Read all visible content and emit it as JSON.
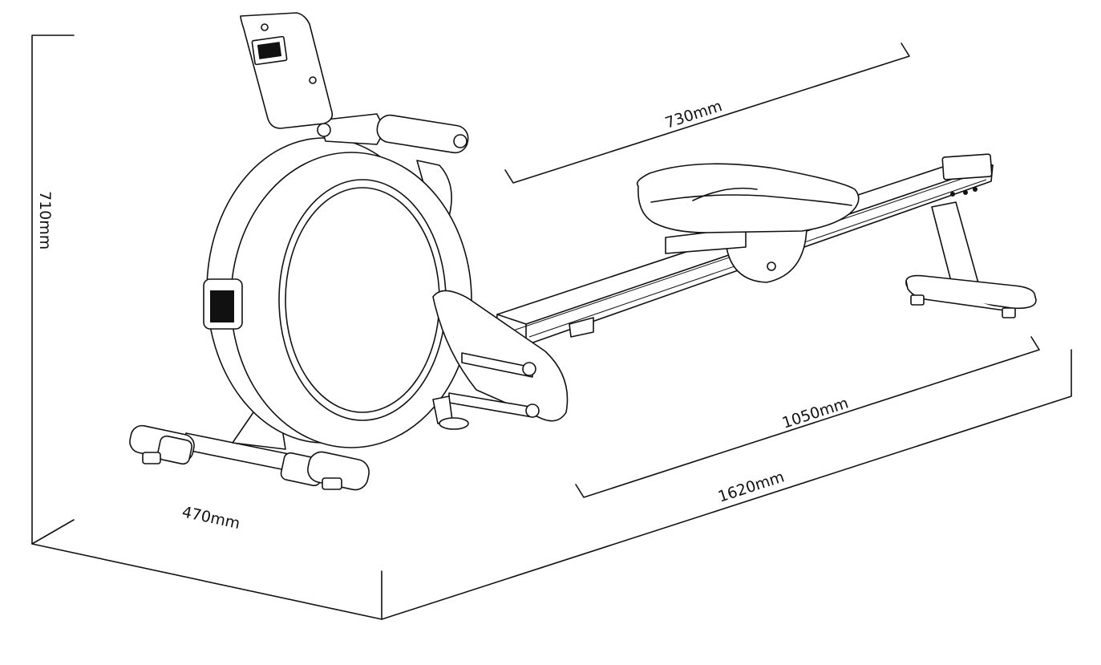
{
  "dimensions": {
    "height": "710mm",
    "width": "470mm",
    "total_length": "1620mm",
    "rail_length": "1050mm",
    "seat_travel": "730mm"
  }
}
